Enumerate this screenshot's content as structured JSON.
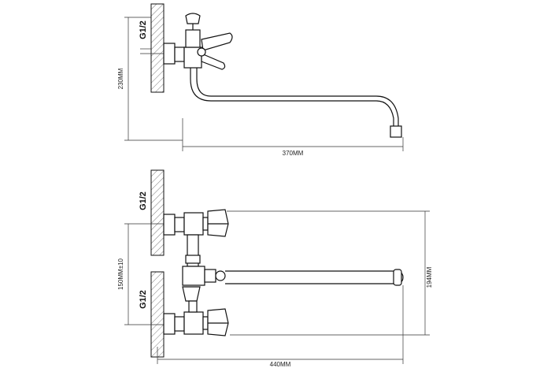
{
  "top_view": {
    "thread_label": "G1/2",
    "height_dimension": "230MM",
    "spout_length_dimension": "370MM"
  },
  "front_view": {
    "upper_thread_label": "G1/2",
    "lower_thread_label": "G1/2",
    "inlet_spacing_dimension": "150MM±10",
    "spout_height_dimension": "194MM",
    "total_length_dimension": "440MM"
  }
}
